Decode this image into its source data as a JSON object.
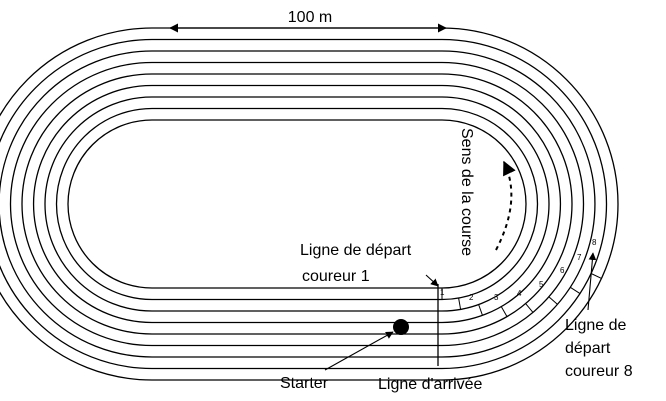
{
  "diagram": {
    "length_label": "100 m",
    "direction_label": "Sens de la course",
    "start_runner1_line1": "Ligne de départ",
    "start_runner1_line2": "coureur 1",
    "starter_label": "Starter",
    "finish_label": "Ligne d'arrivée",
    "start_runner8_line1": "Ligne de",
    "start_runner8_line2": "départ",
    "start_runner8_line3": "coureur 8",
    "lane_numbers": [
      "1",
      "2",
      "3",
      "4",
      "5",
      "6",
      "7",
      "8"
    ]
  },
  "colors": {
    "line": "#000000",
    "background": "#ffffff"
  }
}
